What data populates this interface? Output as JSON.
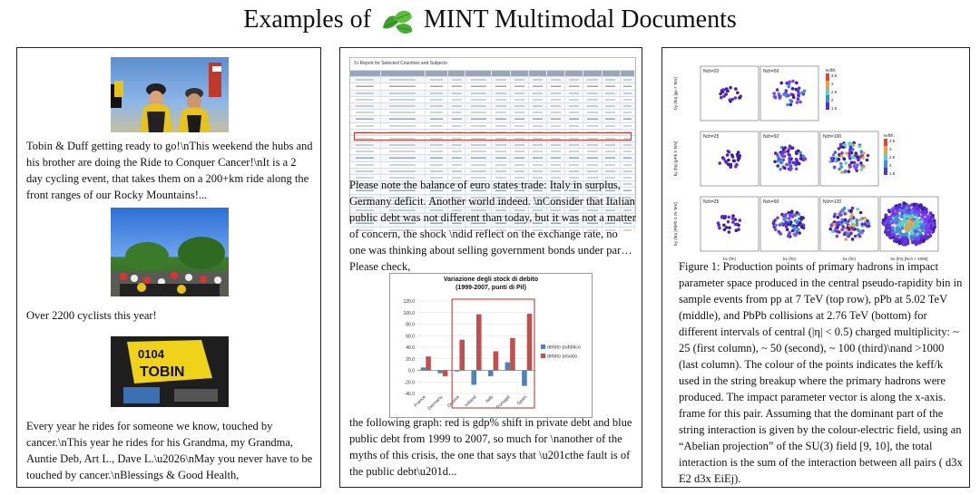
{
  "page_title": "Examples of MINT Multimodal Documents",
  "title_pre": "Examples of",
  "title_post": "MINT Multimodal Documents",
  "colors": {
    "leaf": "#4aa832",
    "blue": "#4f81bd",
    "red": "#c0504d",
    "border": "#222222"
  },
  "panel1": {
    "text1": "Tobin & Duff getting ready to go!\\nThis weekend the hubs and his brother are doing the Ride to Conquer Cancer!\\nIt is a 2 day cycling event, that takes them on a 200+km ride along the front ranges of our Rocky Mountains!...",
    "text2": "Over 2200 cyclists this year!",
    "text3": "Every year he rides for someone we know, touched by cancer.\\nThis year he rides for his Grandma, my Grandma, Auntie Deb, Art L., Dave L.\\u2026\\nMay you never have to be touched by cancer.\\nBlessings & Good Health,",
    "bib_number": "0104",
    "bib_name": "TOBIN"
  },
  "panel2": {
    "table_heading": "3.i Report for Selected Countries and Subjects",
    "text1": "Please note the balance of euro states trade: Italy in surplus, Germany deficit. Another world indeed. \\nConsider that Italian public debt was not different than today, but it was not a matter of concern, the shock \\ndid reflect on the exchange rate, no one was thinking about selling government bonds under par… Please check,",
    "text2": "the following graph: red is gdp% shift in private debt and blue public debt from 1999 to 2007, so much for \\nanother of the myths of this crisis, the one that says that \\u201cthe fault is of the public debt\\u201d..."
  },
  "chart_data": {
    "type": "bar",
    "title": "Variazione degli stock di debito",
    "subtitle": "(1999-2007, punti di Pil)",
    "categories": [
      "France",
      "Germany",
      "Greece",
      "Ireland",
      "Italy",
      "Portugal",
      "Spain"
    ],
    "series": [
      {
        "name": "debito pubblico",
        "values": [
          5,
          -5,
          -2,
          -25,
          -10,
          14,
          -27
        ]
      },
      {
        "name": "debito privato",
        "values": [
          24,
          -10,
          53,
          97,
          33,
          56,
          98
        ]
      }
    ],
    "ylim": [
      -40,
      120
    ],
    "yticks": [
      "120.0",
      "100.0",
      "80.0",
      "60.0",
      "40.0",
      "20.0",
      "0.0",
      "-20.0",
      "-40.0"
    ],
    "legend": "right",
    "highlight_box": [
      "Greece",
      "Spain"
    ]
  },
  "panel3": {
    "caption": "Figure 1: Production points of primary hadrons in impact parameter space produced in the central pseudo-rapidity bin in sample events from pp at 7 TeV (top row), pPb at 5.02 TeV (middle), and PbPb collisions at 2.76 TeV (bottom) for different intervals of central (|η| < 0.5) charged multiplicity: ~ 25 (first column), ~ 50 (second), ~ 100 (third)\\nand >1000 (last column). The colour of the points indicates the keff/k used in the string breakup where the primary hadrons were produced. The impact parameter vector is along the x-axis. frame for this pair. Assuming that the dominant part of the string interaction is given by the colour-electric field, using an “Abelian projection” of the SU(3) field [9, 10], the total interaction is the sum of the interaction between all pairs ( d3x E2 d3x EiEj).",
    "subplot_labels": [
      "Nch=20",
      "Nch=50",
      "Nch=25",
      "Nch=92",
      "Nch=100",
      "Nch=25",
      "Nch=90",
      "Nch=120"
    ],
    "row_labels": [
      "by (fm) [pp 7 TeV]",
      "by (fm) [pPb 5 TeV]",
      "by (fm) [PbPb 2.76 TeV]"
    ],
    "col_labels": [
      "bx (fm)",
      "bx (fm)",
      "bx (fm)",
      "bx (fm) [Nch > 1000]"
    ],
    "colorbar_label": "keff/k",
    "colorbar_ticks": [
      "3.5",
      "3",
      "2.5",
      "2",
      "1.5"
    ]
  }
}
